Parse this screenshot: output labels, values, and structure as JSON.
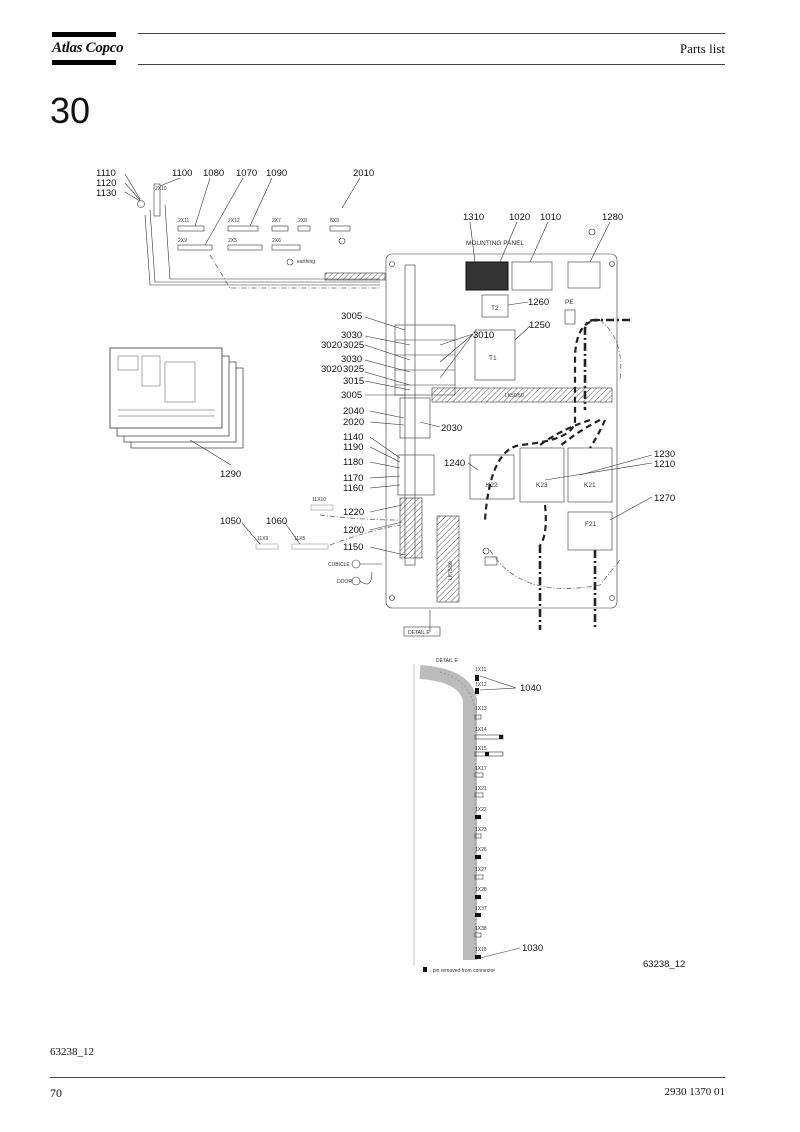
{
  "header": {
    "brand": "Atlas Copco",
    "title": "Parts list"
  },
  "section_number": "30",
  "diagram": {
    "figure_ref": "63238_12",
    "labels": {
      "l1110": "1110",
      "l1120": "1120",
      "l1130": "1130",
      "l1100": "1100",
      "l1080": "1080",
      "l1070": "1070",
      "l1090": "1090",
      "l2010": "2010",
      "l1310": "1310",
      "l1020": "1020",
      "l1010": "1010",
      "l1280": "1280",
      "l1260": "1260",
      "l1250": "1250",
      "l3005a": "3005",
      "l3030a": "3030",
      "l3020a": "3020",
      "l3025a": "3025",
      "l3010": "3010",
      "l3030b": "3030",
      "l3020b": "3020",
      "l3025b": "3025",
      "l3015": "3015",
      "l3005b": "3005",
      "l2040": "2040",
      "l2020": "2020",
      "l2030": "2030",
      "l1140": "1140",
      "l1190": "1190",
      "l1180": "1180",
      "l1170": "1170",
      "l1160": "1160",
      "l1290": "1290",
      "l1240": "1240",
      "l1230": "1230",
      "l1210": "1210",
      "l1270": "1270",
      "l1220": "1220",
      "l1200": "1200",
      "l1050": "1050",
      "l1060": "1060",
      "l1150": "1150",
      "l1040": "1040",
      "l1030": "1030"
    },
    "panel_title": "MOUNTING PANEL",
    "detail_e": "DETAIL E",
    "cubicle": "CUBICLE",
    "door": "DOOR",
    "earthing": "earthing",
    "pe": "PE",
    "contactors": [
      "K22",
      "K23",
      "K21"
    ],
    "fuse": "F21",
    "transformers": [
      "T2",
      "T1"
    ],
    "connectors": [
      "2X10",
      "2X11",
      "2X12",
      "2X7",
      "2X8",
      "6X9",
      "2X9",
      "2X5",
      "2X6",
      "11X10",
      "11X9",
      "11X5"
    ],
    "detail_connectors": [
      "1X11",
      "1X12",
      "1X13",
      "1X14",
      "1X15",
      "1X17",
      "1X21",
      "1X22",
      "1X23",
      "1X26",
      "1X27",
      "1X28",
      "1X37",
      "1X38",
      "1X18"
    ],
    "duct_labels": [
      "LK50/50",
      "LK75/50"
    ],
    "legend_note": ": pin removed from connector"
  },
  "footer": {
    "figure_ref": "63238_12",
    "page_number": "70",
    "doc_number": "2930 1370 01"
  }
}
